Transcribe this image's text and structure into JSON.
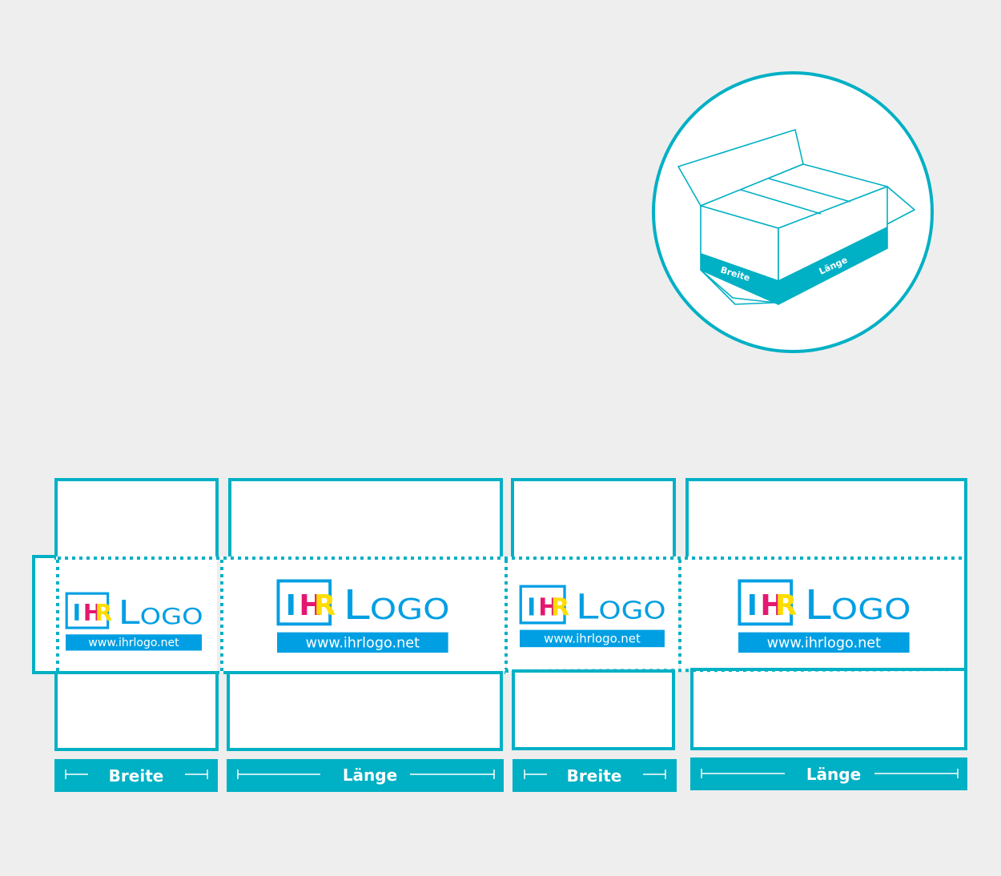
{
  "colors": {
    "line": "#00b0c4",
    "band": "#00b0c4",
    "logo_blue": "#009fe3",
    "logo_magenta": "#e5176f",
    "logo_yellow": "#ffdd00",
    "panel": "#ffffff",
    "background": "#eeeeee"
  },
  "logo": {
    "letters": [
      "I",
      "H",
      "R"
    ],
    "word": "Logo",
    "url": "www.ihrlogo.net"
  },
  "panels": [
    {
      "id": "breite-1",
      "dimension_label": "Breite"
    },
    {
      "id": "laenge-1",
      "dimension_label": "Länge"
    },
    {
      "id": "breite-2",
      "dimension_label": "Breite"
    },
    {
      "id": "laenge-2",
      "dimension_label": "Länge"
    }
  ],
  "illustration": {
    "label_breite": "Breite",
    "label_laenge": "Länge"
  }
}
